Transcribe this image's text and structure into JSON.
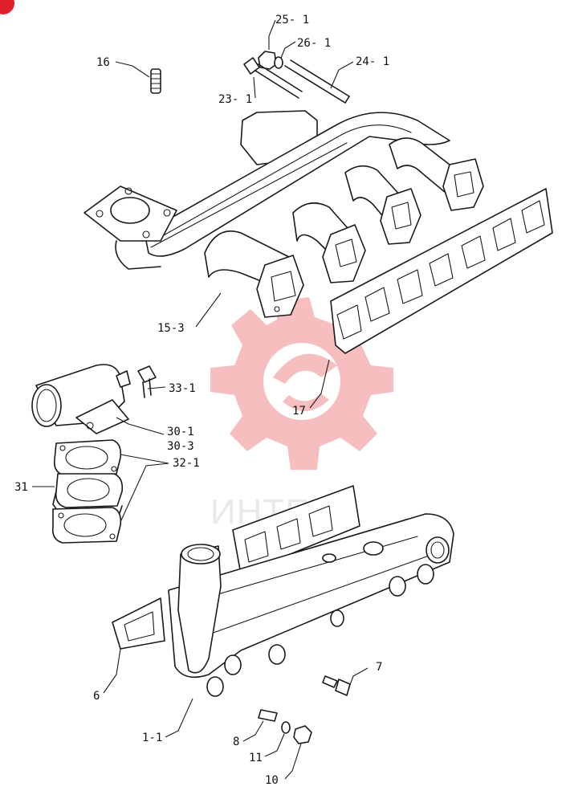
{
  "watermark": {
    "text": "ИНТЕХ",
    "color": "#f08a8a"
  },
  "corner_badge_color": "#e0202a",
  "callouts": [
    {
      "id": "c25-1",
      "label": "25- 1"
    },
    {
      "id": "c26-1",
      "label": "26- 1"
    },
    {
      "id": "c24-1",
      "label": "24- 1"
    },
    {
      "id": "c23-1",
      "label": "23- 1"
    },
    {
      "id": "c16",
      "label": "16"
    },
    {
      "id": "c15-3",
      "label": "15-3"
    },
    {
      "id": "c17",
      "label": "17"
    },
    {
      "id": "c33-1",
      "label": "33-1"
    },
    {
      "id": "c30-1",
      "label": "30-1"
    },
    {
      "id": "c30-3",
      "label": "30-3"
    },
    {
      "id": "c32-1",
      "label": "32-1"
    },
    {
      "id": "c31",
      "label": "31"
    },
    {
      "id": "c6",
      "label": "6"
    },
    {
      "id": "c7",
      "label": "7"
    },
    {
      "id": "c1-1",
      "label": "1-1"
    },
    {
      "id": "c8",
      "label": "8"
    },
    {
      "id": "c11",
      "label": "11"
    },
    {
      "id": "c10",
      "label": "10"
    }
  ]
}
